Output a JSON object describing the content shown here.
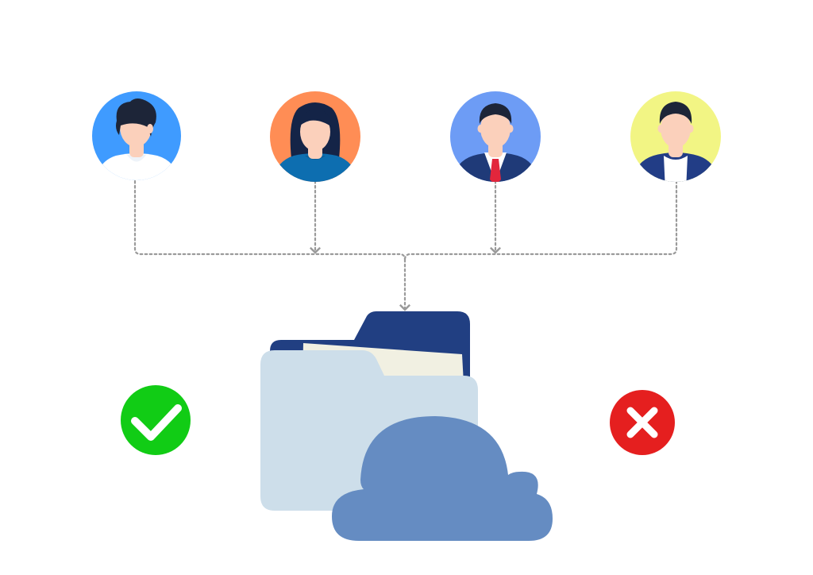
{
  "colors": {
    "background": "#ffffff",
    "connector": "#9a9a9a",
    "folder_back": "#213f82",
    "folder_front": "#cddeea",
    "paper": "#f1f0e2",
    "cloud": "#658cc2",
    "approve": "#11cc15",
    "reject": "#e51f1f"
  },
  "users": [
    {
      "id": "user-1",
      "avatar_bg": "#3f9bff",
      "skin": "#fbd0bb",
      "hair": "#1d2538",
      "clothing": "#ffffff",
      "clothing_detail": "#eef3f9",
      "gender": "male",
      "outfit": "t-shirt"
    },
    {
      "id": "user-2",
      "avatar_bg": "#ff8d55",
      "skin": "#fbd0bb",
      "hair": "#142447",
      "clothing": "#0d6eb0",
      "clothing_detail": "#0b5e97",
      "gender": "female",
      "outfit": "sweater"
    },
    {
      "id": "user-3",
      "avatar_bg": "#6d9cf5",
      "skin": "#fbd0bb",
      "hair": "#1d2538",
      "clothing": "#1f3a78",
      "clothing_detail": "#e2263c",
      "gender": "male",
      "outfit": "suit-and-tie"
    },
    {
      "id": "user-4",
      "avatar_bg": "#f2f584",
      "skin": "#fbd0bb",
      "hair": "#1d2538",
      "clothing": "#223d86",
      "clothing_detail": "#ffffff",
      "gender": "male",
      "outfit": "blazer"
    }
  ],
  "icons": {
    "storage": "folder-with-cloud-icon",
    "approve": "check-icon",
    "reject": "x-icon"
  }
}
